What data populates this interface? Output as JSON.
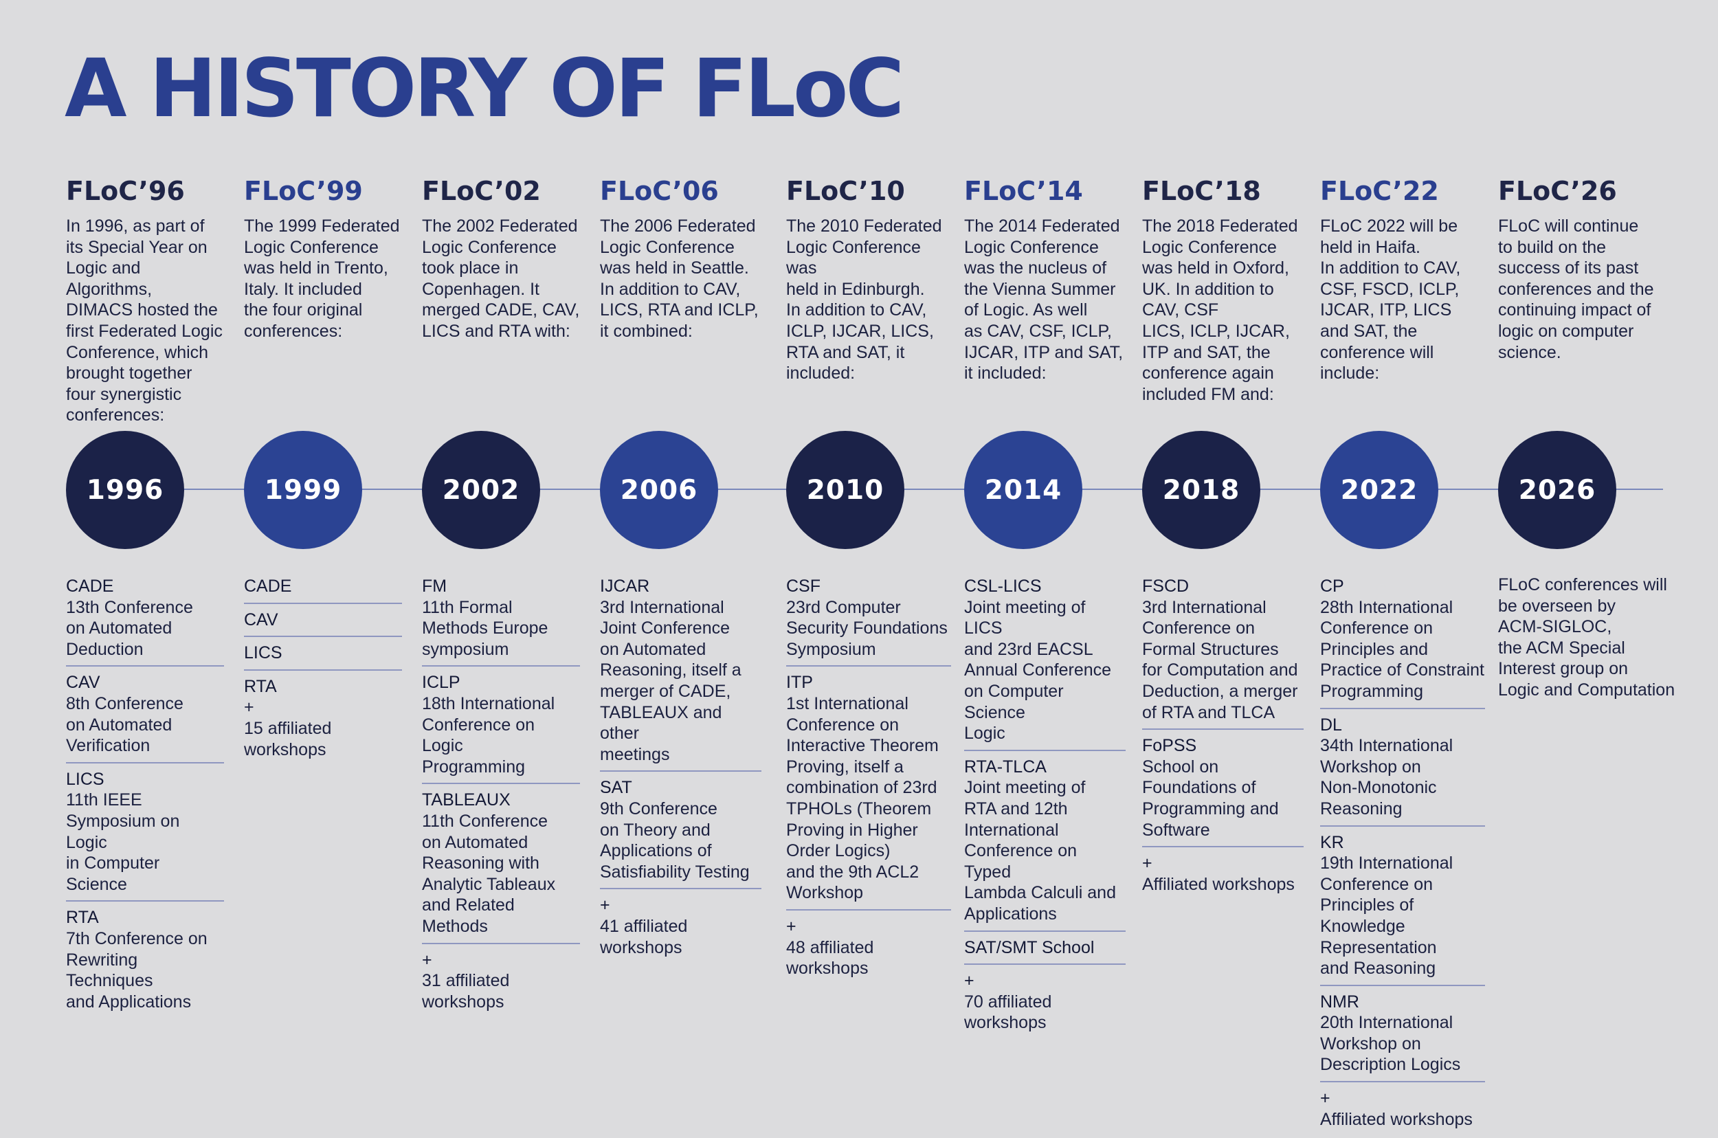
{
  "title": "A HISTORY OF FLoC",
  "eras": [
    {
      "label": "FLoC’96",
      "year": "1996",
      "tone": "dark",
      "intro": "In 1996, as part of\nits Special Year on\nLogic and Algorithms,\nDIMACS hosted the\nfirst Federated Logic\nConference, which\nbrought together\nfour synergistic\nconferences:",
      "entries": [
        {
          "name": "CADE",
          "desc": "13th Conference\non Automated\nDeduction"
        },
        {
          "name": "CAV",
          "desc": "8th Conference\non Automated\nVerification"
        },
        {
          "name": "LICS",
          "desc": "11th IEEE\nSymposium on Logic\nin Computer Science"
        },
        {
          "name": "RTA",
          "desc": "7th Conference on\nRewriting Techniques\nand Applications"
        }
      ]
    },
    {
      "label": "FLoC’99",
      "year": "1999",
      "tone": "blue",
      "intro": "The 1999 Federated\nLogic Conference\nwas held in Trento,\nItaly. It included\nthe four original\nconferences:",
      "entries": [
        {
          "name": "CADE",
          "desc": ""
        },
        {
          "name": "CAV",
          "desc": ""
        },
        {
          "name": "LICS",
          "desc": ""
        },
        {
          "name": "RTA",
          "desc": "+\n15 affiliated\nworkshops"
        }
      ]
    },
    {
      "label": "FLoC’02",
      "year": "2002",
      "tone": "dark",
      "intro": "The 2002 Federated\nLogic Conference\ntook place in\nCopenhagen. It\nmerged CADE, CAV,\nLICS and RTA with:",
      "entries": [
        {
          "name": "FM",
          "desc": "11th Formal\nMethods Europe\nsymposium"
        },
        {
          "name": "ICLP",
          "desc": "18th International\nConference on Logic\nProgramming"
        },
        {
          "name": "TABLEAUX",
          "desc": "11th Conference\non Automated\nReasoning with\nAnalytic Tableaux\nand Related Methods"
        },
        {
          "name": "+",
          "desc": "31 affiliated\nworkshops"
        }
      ]
    },
    {
      "label": "FLoC’06",
      "year": "2006",
      "tone": "blue",
      "intro": "The 2006 Federated\nLogic Conference\nwas held in Seattle.\nIn addition to CAV,\nLICS, RTA and ICLP,\nit combined:",
      "entries": [
        {
          "name": "IJCAR",
          "desc": "3rd International\nJoint Conference\non Automated\nReasoning, itself a\nmerger of CADE,\nTABLEAUX and other\nmeetings"
        },
        {
          "name": "SAT",
          "desc": "9th Conference\non Theory and\nApplications of\nSatisfiability Testing"
        },
        {
          "name": "+",
          "desc": "41 affiliated\nworkshops"
        }
      ]
    },
    {
      "label": "FLoC’10",
      "year": "2010",
      "tone": "dark",
      "intro": "The 2010 Federated\nLogic Conference was\nheld in Edinburgh.\nIn addition to CAV,\nICLP, IJCAR, LICS,\nRTA and SAT, it\nincluded:",
      "entries": [
        {
          "name": "CSF",
          "desc": "23rd Computer\nSecurity Foundations\nSymposium"
        },
        {
          "name": "ITP",
          "desc": "1st International\nConference on\nInteractive Theorem\nProving, itself a\ncombination of 23rd\nTPHOLs (Theorem\nProving in Higher\nOrder Logics)\nand the 9th ACL2\nWorkshop"
        },
        {
          "name": "+",
          "desc": "48 affiliated\nworkshops"
        }
      ]
    },
    {
      "label": "FLoC’14",
      "year": "2014",
      "tone": "blue",
      "intro": "The 2014 Federated\nLogic Conference\nwas the nucleus of\nthe Vienna Summer\nof Logic.  As well\nas CAV, CSF, ICLP,\nIJCAR, ITP and SAT,\nit included:",
      "entries": [
        {
          "name": "CSL-LICS",
          "desc": "Joint meeting of LICS\nand 23rd EACSL\nAnnual Conference\non Computer Science\nLogic"
        },
        {
          "name": "RTA-TLCA",
          "desc": "Joint meeting of\nRTA and 12th\nInternational\nConference on Typed\nLambda Calculi and\nApplications"
        },
        {
          "name": "SAT/SMT School",
          "desc": ""
        },
        {
          "name": "+",
          "desc": "70 affiliated\nworkshops"
        }
      ]
    },
    {
      "label": "FLoC’18",
      "year": "2018",
      "tone": "dark",
      "intro": "The 2018 Federated\nLogic Conference\nwas held in Oxford,\nUK. In addition to\nCAV, CSF\nLICS, ICLP, IJCAR,\nITP and SAT, the\nconference again\nincluded FM and:",
      "entries": [
        {
          "name": "FSCD",
          "desc": "3rd International\nConference on\nFormal Structures\nfor Computation and\nDeduction, a merger\nof RTA and TLCA"
        },
        {
          "name": "FoPSS",
          "desc": "School on\nFoundations of\nProgramming and\nSoftware"
        },
        {
          "name": "+",
          "desc": "Affiliated workshops"
        }
      ]
    },
    {
      "label": "FLoC’22",
      "year": "2022",
      "tone": "blue",
      "intro": "FLoC 2022 will be\nheld in Haifa.\nIn addition to CAV,\nCSF, FSCD, ICLP,\nIJCAR, ITP, LICS\nand SAT, the\nconference will\ninclude:",
      "entries": [
        {
          "name": "CP",
          "desc": "28th International\nConference on\nPrinciples and\nPractice of Constraint\nProgramming"
        },
        {
          "name": "DL",
          "desc": "34th International\nWorkshop on\nNon-Monotonic\nReasoning"
        },
        {
          "name": "KR",
          "desc": "19th International\nConference on\nPrinciples of\nKnowledge\nRepresentation\nand Reasoning"
        },
        {
          "name": "NMR",
          "desc": "20th International\nWorkshop on\nDescription Logics"
        },
        {
          "name": "+",
          "desc": "Affiliated workshops"
        }
      ]
    },
    {
      "label": "FLoC’26",
      "year": "2026",
      "tone": "dark",
      "intro": "FLoC will continue\nto build on the\nsuccess of its past\nconferences and the\ncontinuing impact of\nlogic on computer\nscience.",
      "plain": "FLoC conferences will\nbe overseen by\nACM-SIGLOC,\nthe ACM Special\nInterest group on\nLogic and Computation"
    }
  ]
}
